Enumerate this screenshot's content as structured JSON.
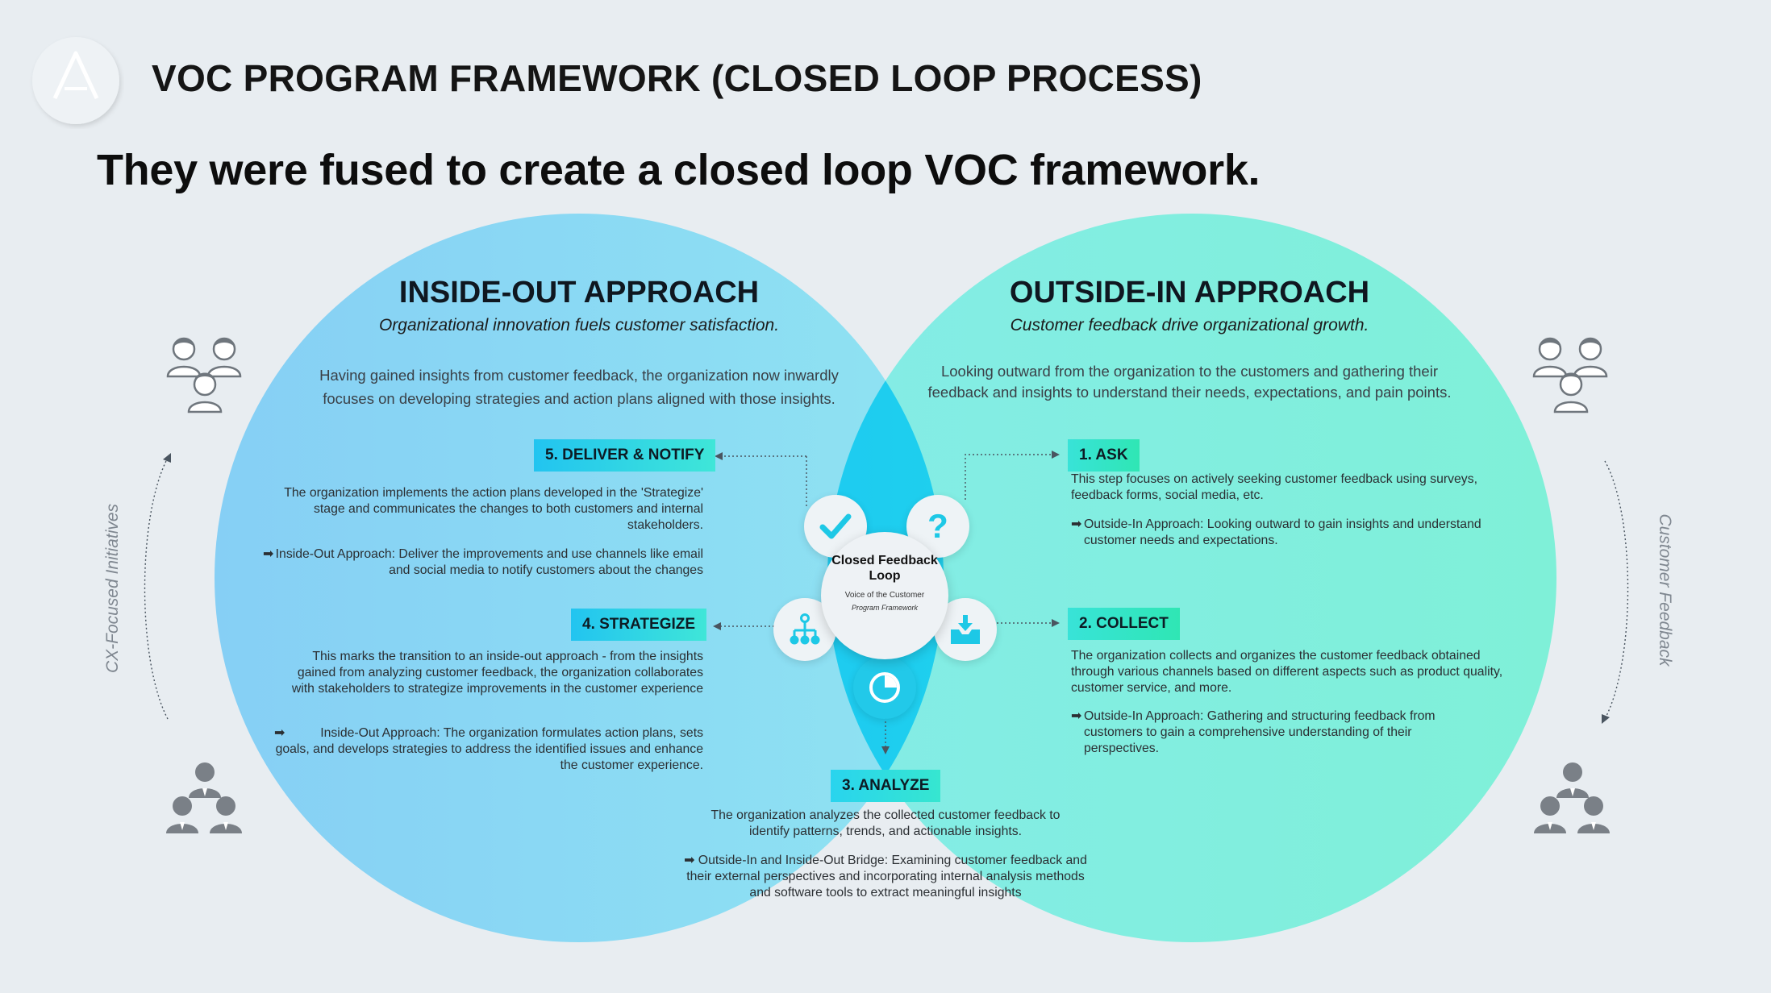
{
  "header": {
    "title": "VOC PROGRAM FRAMEWORK (CLOSED LOOP PROCESS)",
    "subtitle": "They were fused to create a closed loop VOC framework."
  },
  "inside_out": {
    "heading": "INSIDE-OUT APPROACH",
    "tagline": "Organizational innovation fuels customer satisfaction.",
    "intro": "Having gained insights from customer feedback, the organization now inwardly focuses on developing strategies and action plans aligned with those insights."
  },
  "outside_in": {
    "heading": "OUTSIDE-IN APPROACH",
    "tagline": "Customer feedback drive organizational growth.",
    "intro": "Looking outward from the organization to the customers and gathering their feedback and insights to understand their needs, expectations, and pain points."
  },
  "center": {
    "title": "Closed Feedback Loop",
    "subtitle": "Voice of the Customer",
    "subtitle2": "Program Framework"
  },
  "steps": {
    "ask": {
      "label": "1. ASK",
      "text": "This step focuses on actively seeking customer feedback using surveys, feedback forms, social media, etc.",
      "bullet": "Outside-In Approach: Looking outward to gain insights and understand customer needs and expectations."
    },
    "collect": {
      "label": "2. COLLECT",
      "text": "The organization collects and organizes the customer feedback obtained through various channels based on different aspects such as product quality, customer service, and more.",
      "bullet": "Outside-In Approach: Gathering and structuring feedback from customers to gain a comprehensive understanding of their perspectives."
    },
    "analyze": {
      "label": "3. ANALYZE",
      "text": "The organization analyzes the collected customer feedback to identify patterns, trends, and actionable insights.",
      "bullet": "Outside-In and Inside-Out Bridge: Examining customer feedback and their external perspectives and incorporating internal analysis methods and software tools to extract meaningful insights"
    },
    "strategize": {
      "label": "4. STRATEGIZE",
      "text": "This marks the transition to an inside-out approach - from the insights gained from analyzing customer feedback, the organization collaborates with stakeholders to strategize improvements in the customer experience",
      "bullet": "Inside-Out Approach: The organization formulates action plans, sets goals, and develops strategies to address the identified issues and enhance the customer experience."
    },
    "deliver": {
      "label": "5. DELIVER & NOTIFY",
      "text": "The organization implements the action plans developed in the 'Strategize' stage and communicates the changes to both customers and internal stakeholders.",
      "bullet": "Inside-Out Approach: Deliver the improvements and use channels like email and social media to notify customers about the changes"
    }
  },
  "side_labels": {
    "left": "CX-Focused Initiatives",
    "right": "Customer Feedback"
  },
  "bullet_glyph": "➡",
  "colors": {
    "left_circle": "#7fd3f5",
    "right_circle": "#7ff0dc",
    "overlap": "#1ee0ee",
    "accent_icon": "#1dc8e6",
    "background": "#e8edf1"
  },
  "icons": [
    "check-icon",
    "question-icon",
    "inbox-download-icon",
    "pie-chart-icon",
    "org-chart-icon",
    "people-group-icon",
    "logo-icon"
  ]
}
